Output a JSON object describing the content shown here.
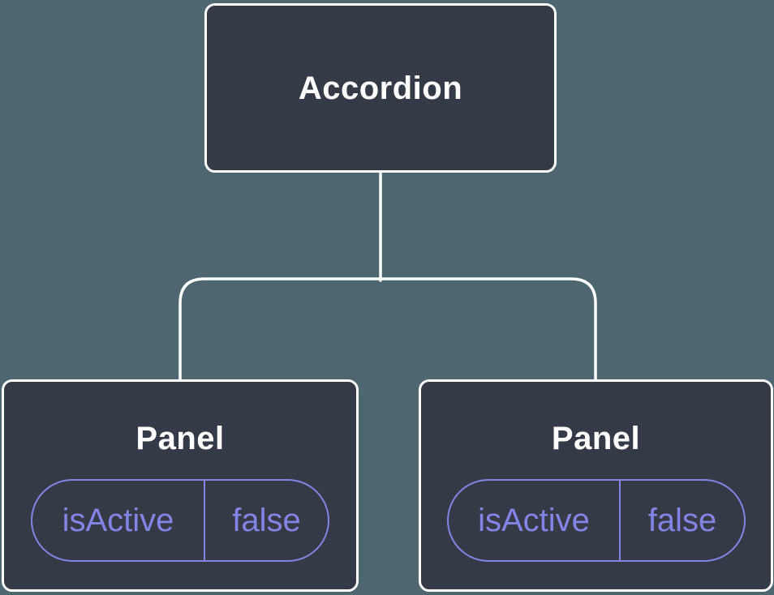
{
  "diagram": {
    "type": "component-tree",
    "colors": {
      "background": "#4D6670",
      "node_fill": "#343A46",
      "node_border": "#FFFFFF",
      "connector": "#FFFFFF",
      "accent": "#8584E6",
      "label": "#FFFFFF"
    },
    "root": {
      "label": "Accordion"
    },
    "children": [
      {
        "label": "Panel",
        "props": [
          {
            "name": "isActive",
            "value": "false"
          }
        ]
      },
      {
        "label": "Panel",
        "props": [
          {
            "name": "isActive",
            "value": "false"
          }
        ]
      }
    ]
  }
}
